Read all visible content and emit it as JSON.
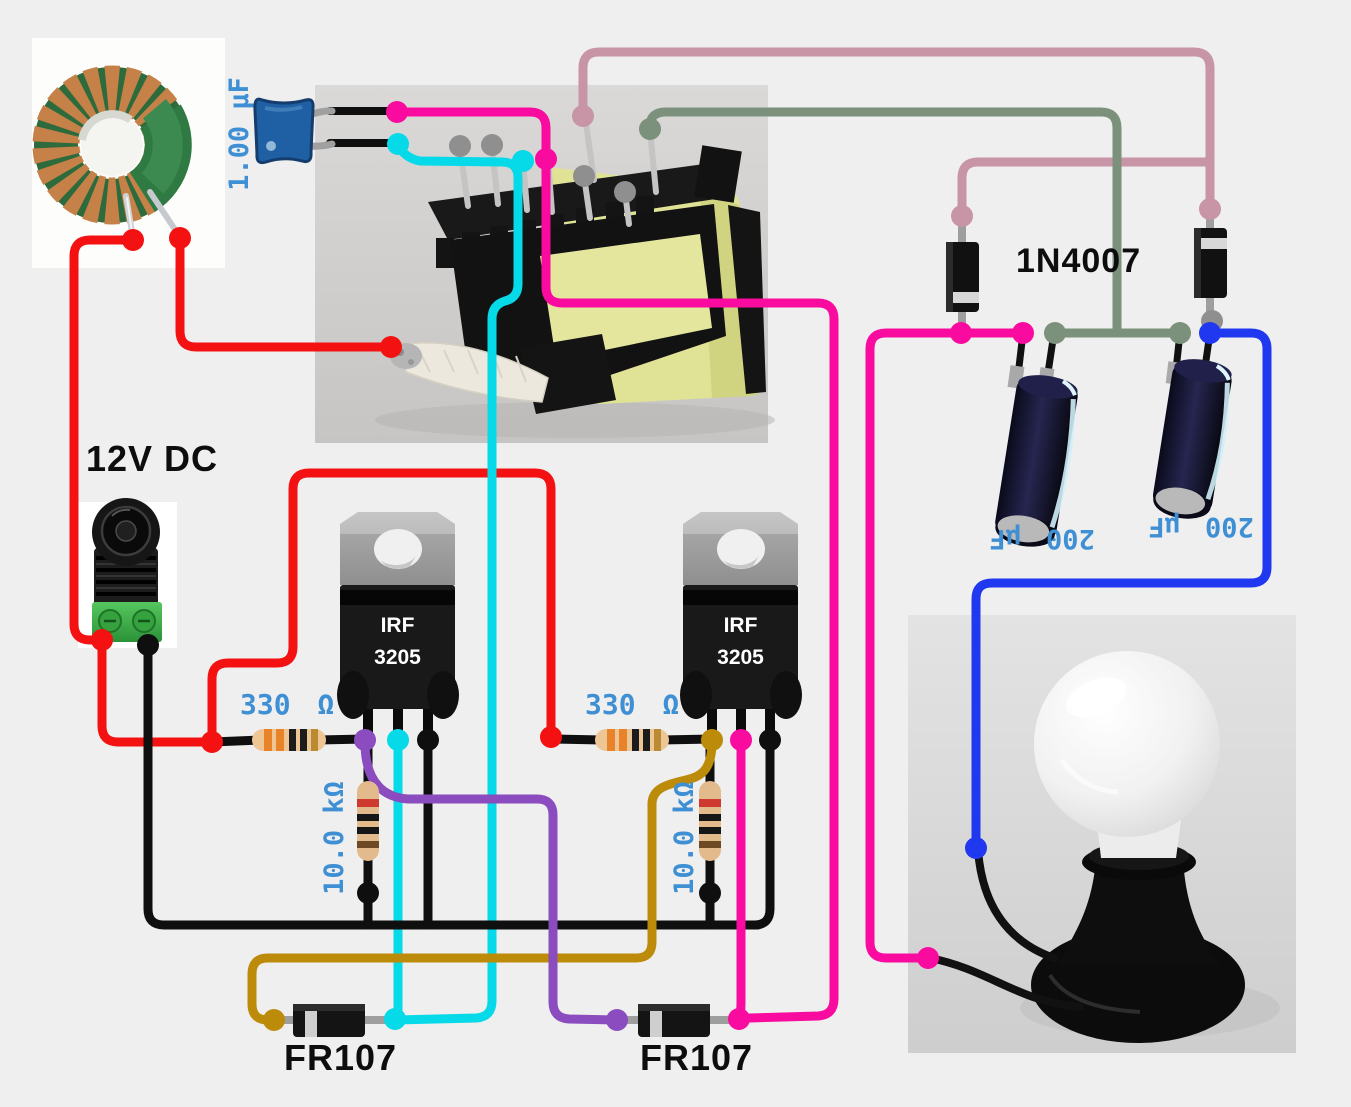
{
  "wire_colors": {
    "red": "#f31111",
    "black": "#0f0f0f",
    "magenta": "#fa0ba0",
    "cyan": "#06d9e8",
    "purple": "#8a4cbe",
    "gold": "#bb8b09",
    "rosy_brown": "#c795a5",
    "sea_green": "#7b917b",
    "blue": "#2038ef",
    "lead_gray": "#9e9e9e",
    "pin_dot_gray": "#8f8f8f",
    "label_blue": "#3e8fd3"
  },
  "labels": {
    "supply": "12V DC",
    "primary_capacitor": "1.00 µF",
    "rectifier_diodes": "1N4007",
    "filter_capacitor_left": "200 µF",
    "filter_capacitor_right": "200 µF",
    "gate_resistor_left": "330 Ω",
    "gate_resistor_right": "330 Ω",
    "pulldown_resistor_left": "10.0 kΩ",
    "pulldown_resistor_right": "10.0 kΩ",
    "mosfet_line1": "IRF",
    "mosfet_line2": "3205",
    "fast_diode_left": "FR107",
    "fast_diode_right": "FR107"
  }
}
